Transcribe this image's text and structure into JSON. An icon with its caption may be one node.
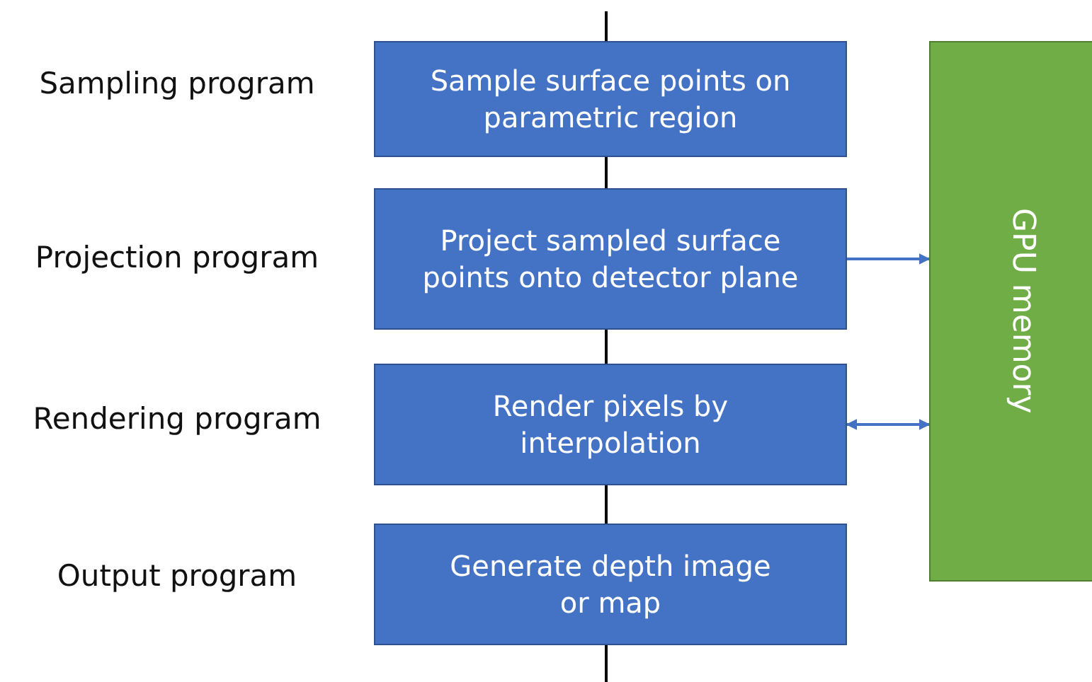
{
  "diagram": {
    "nodes": [
      {
        "text": [
          "Sample surface points on parametric region"
        ]
      },
      {
        "text": [
          "Project sampled surface points onto detector plane"
        ]
      },
      {
        "text": [
          "Render pixels by interpolation"
        ]
      },
      {
        "text": [
          "Generate depth image or map"
        ]
      },
      {
        "text": [
          "GPU memory"
        ]
      }
    ],
    "edges": [
      {
        "from": null,
        "to": 0,
        "arrow": "none"
      },
      {
        "from": 0,
        "to": 1,
        "arrow": "none"
      },
      {
        "from": 1,
        "to": 2,
        "arrow": "none"
      },
      {
        "from": 2,
        "to": 3,
        "arrow": "none"
      },
      {
        "from": 3,
        "to": null,
        "arrow": "none"
      },
      {
        "from": 1,
        "to": 4,
        "arrow": "to",
        "color": "#4472c4"
      },
      {
        "from": 2,
        "to": 4,
        "arrow": "both",
        "color": "#4472c4"
      }
    ],
    "labels": [
      "Sampling program",
      "Projection program",
      "Rendering program",
      "Output program"
    ]
  }
}
